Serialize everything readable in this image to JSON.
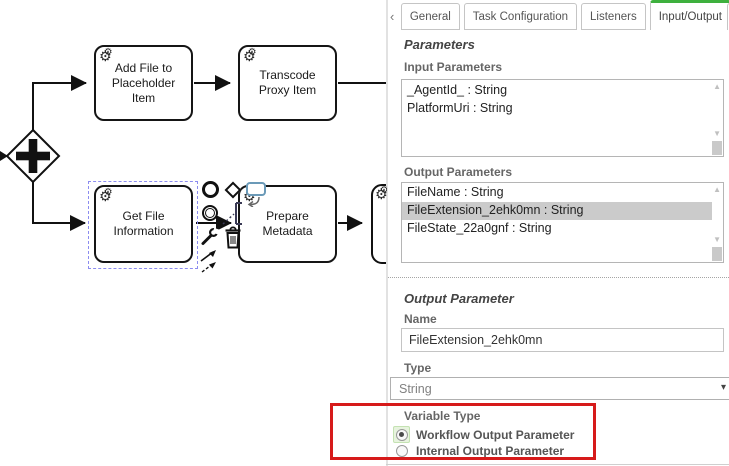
{
  "colors": {
    "tab-active-green": "#3eb03e",
    "annotation-red": "#d61a1a",
    "list-selection-gray": "#cbcbcb",
    "diagram-selection-blue": "#8c8cf0"
  },
  "icons": {
    "back_chevron": "‹",
    "gear": "⚙",
    "scroll_up": "▲",
    "scroll_down": "▼",
    "dropdown_arrow": "▾"
  },
  "diagram": {
    "tasks": [
      {
        "label": "Add File to\nPlaceholder\nItem"
      },
      {
        "label": "Transcode\nProxy Item"
      },
      {
        "label": "Get File\nInformation"
      },
      {
        "label": "Prepare\nMetadata"
      }
    ],
    "selected_task": "Get File Information",
    "context_pad_icons": [
      "end-event-icon",
      "gateway-icon",
      "task-icon",
      "curved-arrow-icon",
      "intermediate-event-icon",
      "text-annotation-icon",
      "wrench-icon",
      "trash-icon",
      "connect-icon"
    ]
  },
  "panel": {
    "tabs": [
      "General",
      "Task Configuration",
      "Listeners",
      "Input/Output"
    ],
    "active_tab": "Input/Output",
    "parameters_section": {
      "heading": "Parameters",
      "input_label": "Input Parameters",
      "input_items": [
        "_AgentId_ : String",
        "PlatformUri : String"
      ],
      "output_label": "Output Parameters",
      "output_items": [
        "FileName : String",
        "FileExtension_2ehk0mn : String",
        "FileState_22a0gnf : String"
      ],
      "output_selected_item": "FileExtension_2ehk0mn : String"
    },
    "output_parameter_section": {
      "heading": "Output Parameter",
      "name_label": "Name",
      "name_value": "FileExtension_2ehk0mn",
      "type_label": "Type",
      "type_value": "String",
      "variable_type_label": "Variable Type",
      "radio_options": [
        {
          "label": "Workflow Output Parameter",
          "selected": true
        },
        {
          "label": "Internal Output Parameter",
          "selected": false
        }
      ]
    }
  }
}
